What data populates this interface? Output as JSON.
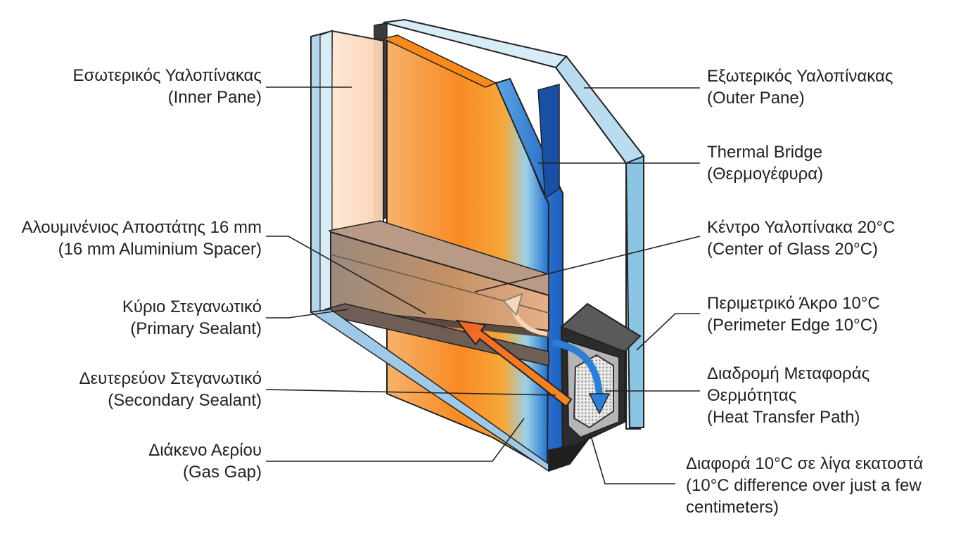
{
  "labels": {
    "inner_pane": {
      "gr": "Εσωτερικός Υαλοπίνακας",
      "en": "(Inner Pane)"
    },
    "spacer": {
      "gr": "Αλουμινένιος Αποστάτης 16 mm",
      "en": "(16 mm Aluminium Spacer)"
    },
    "primary_sealant": {
      "gr": "Κύριο Στεγανωτικό",
      "en": "(Primary Sealant)"
    },
    "secondary_sealant": {
      "gr": "Δευτερεύον Στεγανωτικό",
      "en": "(Secondary Sealant)"
    },
    "gas_gap": {
      "gr": "Διάκενο Αερίου",
      "en": "(Gas Gap)"
    },
    "outer_pane": {
      "gr": "Εξωτερικός Υαλοπίνακας",
      "en": "(Outer Pane)"
    },
    "thermal_bridge": {
      "gr": "Thermal Bridge",
      "en": "(Θερμογέφυρα)"
    },
    "center_glass": {
      "gr": "Κέντρο Υαλοπίνακα 20°C",
      "en": "(Center of Glass 20°C)"
    },
    "perimeter_edge": {
      "gr": "Περιμετρικό Άκρο 10°C",
      "en": "(Perimeter Edge 10°C)"
    },
    "heat_path": {
      "gr1": "Διαδρομή Μεταφοράς",
      "gr2": "Θερμότητας",
      "en": "(Heat Transfer Path)"
    },
    "difference": {
      "gr": "Διαφορά 10°C σε λίγα εκατοστά",
      "en1": "(10°C difference over just a few",
      "en2": "centimeters)"
    }
  },
  "colors": {
    "glass_light": "#cfe6f3",
    "glass_edge": "#8fc3e2",
    "warm": "#f7922e",
    "cold": "#1f6fd1",
    "spacer": "#4a4a4a",
    "sealant": "#2b2b2b",
    "leader": "#222222"
  }
}
